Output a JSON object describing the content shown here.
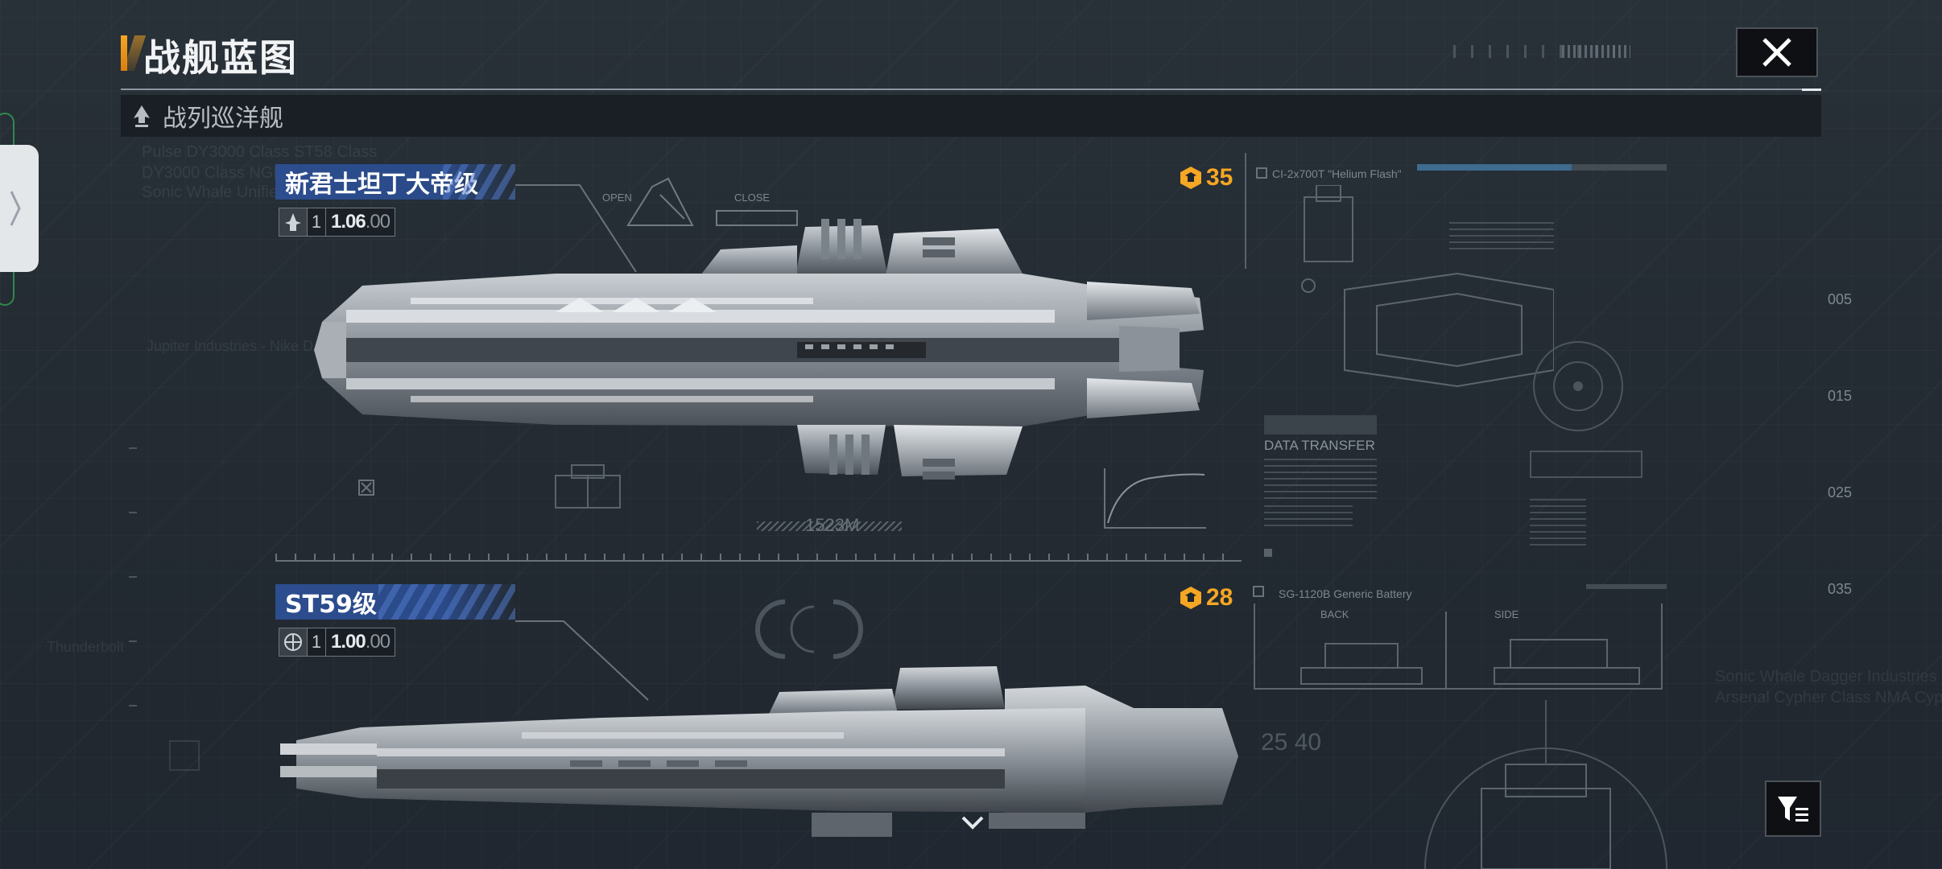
{
  "header": {
    "title": "战舰蓝图",
    "close_icon": "close-icon"
  },
  "category": {
    "label": "战列巡洋舰",
    "icon": "ship-class-icon"
  },
  "ships": [
    {
      "name": "新君士坦丁大帝级",
      "tier": "1",
      "stat_main": "1.06",
      "stat_dim": ".00",
      "cost": "35",
      "weapon_label": "CI-2x700T \"Helium Flash\"",
      "annotation": "DATA TRANSFER",
      "length_label": "1523M"
    },
    {
      "name": "ST59级",
      "tier": "1",
      "stat_main": "1.00",
      "stat_dim": ".00",
      "cost": "28",
      "weapon_label": "SG-1120B Generic Battery"
    }
  ],
  "blueprint_labels": {
    "open": "OPEN",
    "close": "CLOSE",
    "back": "BACK",
    "side": "SIDE",
    "scale_numbers": [
      "005",
      "015",
      "025",
      "035"
    ],
    "big_number": "25 40"
  },
  "colors": {
    "accent": "#f5a623",
    "label_blue": "#2c4d8e",
    "background": "#242a31"
  }
}
